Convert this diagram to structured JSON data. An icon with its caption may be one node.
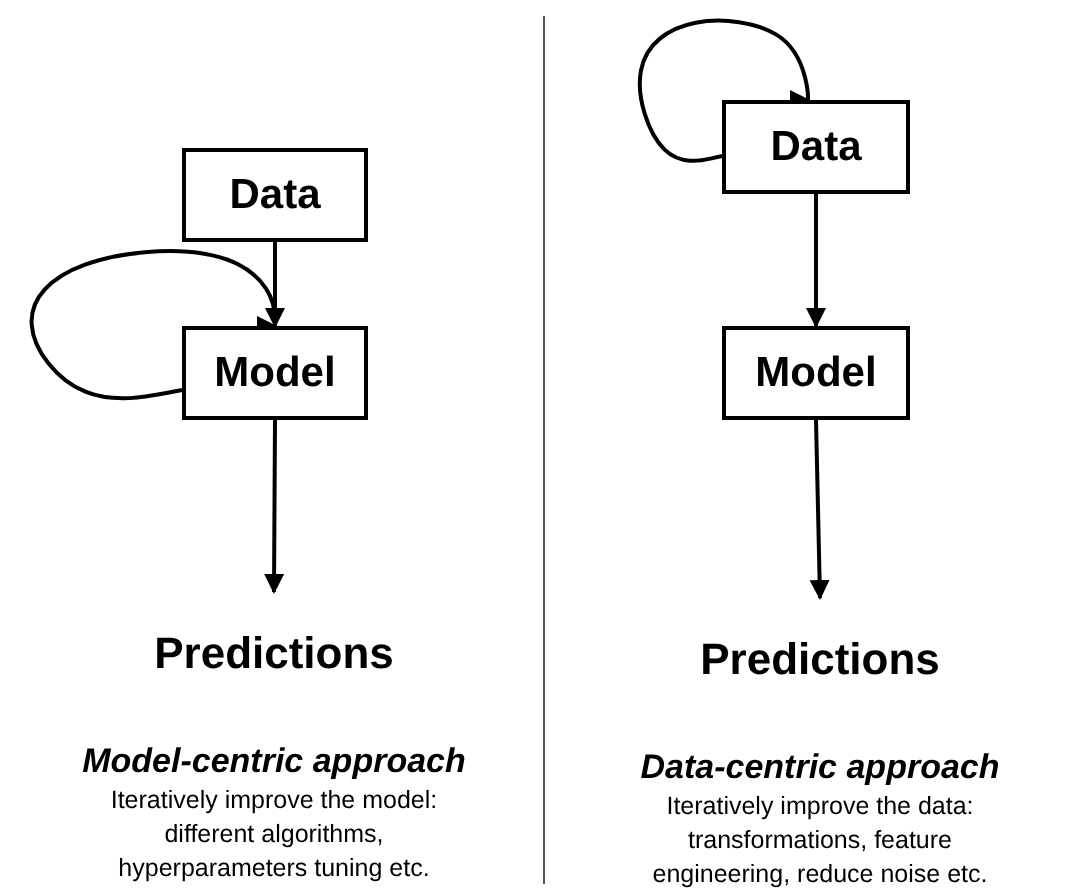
{
  "diagram": {
    "nodes": [
      {
        "text": [
          "Data"
        ]
      },
      {
        "text": [
          "Model"
        ]
      },
      {
        "text": [
          "Predictions"
        ]
      },
      {
        "text": [
          "Data"
        ]
      },
      {
        "text": [
          "Model"
        ]
      },
      {
        "text": [
          "Predictions"
        ]
      }
    ],
    "edges": [
      {
        "from": 0,
        "to": 1,
        "arrow": "to"
      },
      {
        "from": 1,
        "to": 1,
        "arrow": "to"
      },
      {
        "from": 1,
        "to": 2,
        "arrow": "to"
      },
      {
        "from": 3,
        "to": 3,
        "arrow": "to"
      },
      {
        "from": 3,
        "to": 4,
        "arrow": "to"
      },
      {
        "from": 4,
        "to": 5,
        "arrow": "to"
      }
    ],
    "labels": [
      "Model-centric approach",
      "Iteratively improve the model: different algorithms, hyperparameters tuning etc.",
      "Data-centric approach",
      "Iteratively improve the data: transformations, feature engineering, reduce noise etc."
    ]
  }
}
